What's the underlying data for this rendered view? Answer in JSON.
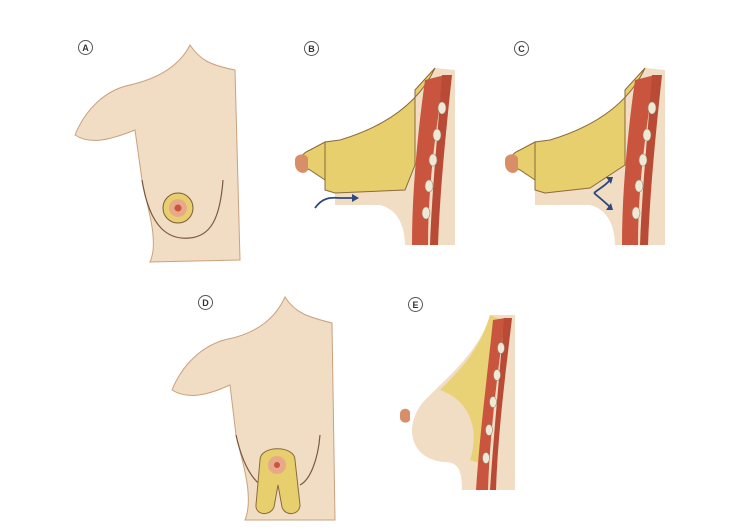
{
  "figure": {
    "panels": [
      {
        "id": "A",
        "label": "A",
        "description": "frontal view of ptotic breast with inferior-pedicle areola outline"
      },
      {
        "id": "B",
        "label": "B",
        "description": "sagittal section, arrow showing dissection plane under gland"
      },
      {
        "id": "C",
        "label": "C",
        "description": "sagittal section, curved arrows indicating flap elevation"
      },
      {
        "id": "D",
        "label": "D",
        "description": "frontal view showing bilobed glandular flaps below areola"
      },
      {
        "id": "E",
        "label": "E",
        "description": "sagittal section of reshaped breast result"
      }
    ],
    "colors": {
      "skin": "#f1dcc4",
      "skin_shadow": "#d9b99a",
      "gland": "#e8cf6e",
      "gland_dark": "#c9a84a",
      "muscle": "#c9553f",
      "rib": "#efe8d6",
      "nipple": "#d98e6a",
      "arrow": "#2e4a7a",
      "outline": "#7a5a40"
    }
  }
}
